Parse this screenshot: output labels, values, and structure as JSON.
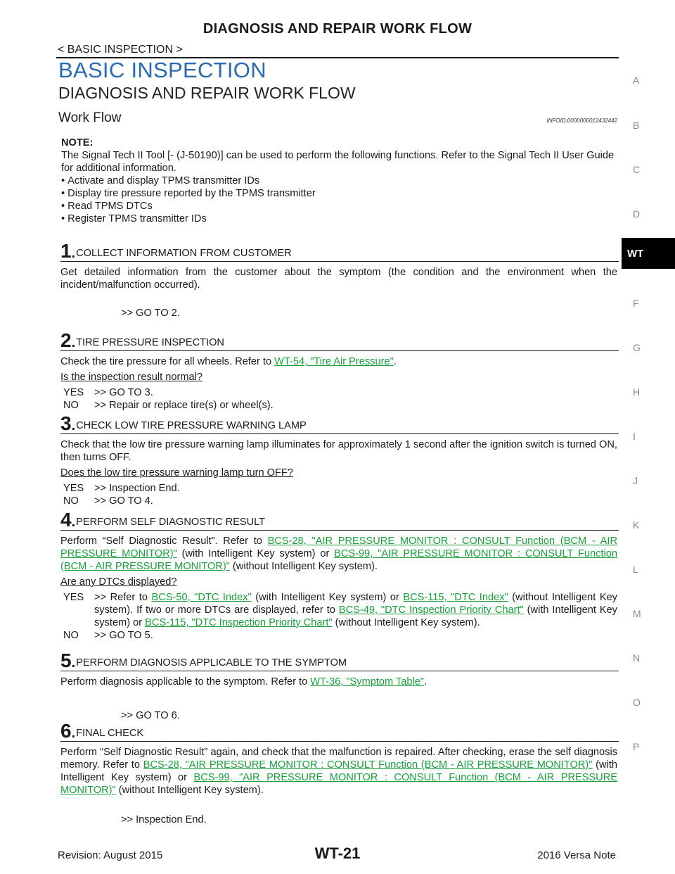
{
  "header": {
    "title": "DIAGNOSIS AND REPAIR WORK FLOW",
    "breadcrumb": "< BASIC INSPECTION >"
  },
  "section_title": "BASIC INSPECTION",
  "subsection_title": "DIAGNOSIS AND REPAIR WORK FLOW",
  "topic_title": "Work Flow",
  "infoid": "INFOID:0000000012432442",
  "note": {
    "label": "NOTE:",
    "text": "The Signal Tech II Tool [- (J-50190)] can be used to perform the following functions. Refer to the Signal Tech II User Guide for additional information.",
    "items": [
      "Activate and display TPMS transmitter IDs",
      "Display tire pressure reported by the TPMS transmitter",
      "Read TPMS DTCs",
      "Register TPMS transmitter IDs"
    ]
  },
  "steps": [
    {
      "num": "1",
      "title": "COLLECT INFORMATION FROM CUSTOMER",
      "body": "Get detailed information from the customer about the symptom (the condition and the environment when the incident/malfunction occurred).",
      "goto": ">> GO TO 2."
    },
    {
      "num": "2",
      "title": "TIRE PRESSURE INSPECTION",
      "body_pre": "Check the tire pressure for all wheels. Refer to ",
      "body_link": "WT-54, \"Tire Air Pressure\"",
      "body_post": ".",
      "question": "Is the inspection result normal?",
      "yes_key": "YES",
      "yes": ">> GO TO 3.",
      "no_key": "NO",
      "no": ">> Repair or replace tire(s) or wheel(s)."
    },
    {
      "num": "3",
      "title": "CHECK LOW TIRE PRESSURE WARNING LAMP",
      "body": "Check that the low tire pressure warning lamp illuminates for approximately 1 second after the ignition switch is turned ON, then turns OFF.",
      "question": "Does the low tire pressure warning lamp turn OFF?",
      "yes_key": "YES",
      "yes": ">> Inspection End.",
      "no_key": "NO",
      "no": ">> GO TO 4."
    },
    {
      "num": "4",
      "title": "PERFORM SELF DIAGNOSTIC RESULT",
      "body_pre": "Perform “Self Diagnostic Result”. Refer to ",
      "body_link1": "BCS-28, \"AIR PRESSURE MONITOR : CONSULT Function (BCM - AIR PRESSURE MONITOR)\"",
      "body_mid": " (with Intelligent Key system) or ",
      "body_link2": "BCS-99, \"AIR PRESSURE MONITOR : CONSULT Function (BCM - AIR PRESSURE MONITOR)\"",
      "body_post": " (without Intelligent Key system).",
      "question": "Are any DTCs displayed?",
      "yes_key": "YES",
      "yes_pre": ">> Refer to ",
      "yes_link1": "BCS-50, \"DTC Index\"",
      "yes_mid1": " (with Intelligent Key system) or ",
      "yes_link2": "BCS-115, \"DTC Index\"",
      "yes_mid2": " (without Intelligent Key system). If two or more DTCs are displayed, refer to ",
      "yes_link3": "BCS-49, \"DTC Inspection Priority Chart\"",
      "yes_mid3": " (with Intelligent Key system) or ",
      "yes_link4": "BCS-115, \"DTC Inspection Priority Chart\"",
      "yes_post": " (without Intelligent Key system).",
      "no_key": "NO",
      "no": ">> GO TO 5."
    },
    {
      "num": "5",
      "title": "PERFORM DIAGNOSIS APPLICABLE TO THE SYMPTOM",
      "body_pre": "Perform diagnosis applicable to the symptom. Refer to ",
      "body_link": "WT-36, \"Symptom Table\"",
      "body_post": ".",
      "goto": ">> GO TO 6."
    },
    {
      "num": "6",
      "title": "FINAL CHECK",
      "body_pre": "Perform “Self Diagnostic Result” again, and check that the malfunction is repaired. After checking, erase the self diagnosis memory. Refer to ",
      "body_link1": "BCS-28, \"AIR PRESSURE MONITOR : CONSULT Function (BCM - AIR PRESSURE MONITOR)\"",
      "body_mid": " (with Intelligent Key system) or ",
      "body_link2": "BCS-99, \"AIR PRESSURE MONITOR : CONSULT Function (BCM - AIR PRESSURE MONITOR)\"",
      "body_post": " (without Intelligent Key system).",
      "goto": ">> Inspection End."
    }
  ],
  "side_index": {
    "letters": [
      "A",
      "B",
      "C",
      "D",
      "F",
      "G",
      "H",
      "I",
      "J",
      "K",
      "L",
      "M",
      "N",
      "O",
      "P"
    ],
    "active": "WT"
  },
  "footer": {
    "revision": "Revision: August 2015",
    "page": "WT-21",
    "model": "2016 Versa Note"
  },
  "colors": {
    "section_title": "#2a6ab0",
    "link": "#1a9e3c"
  }
}
